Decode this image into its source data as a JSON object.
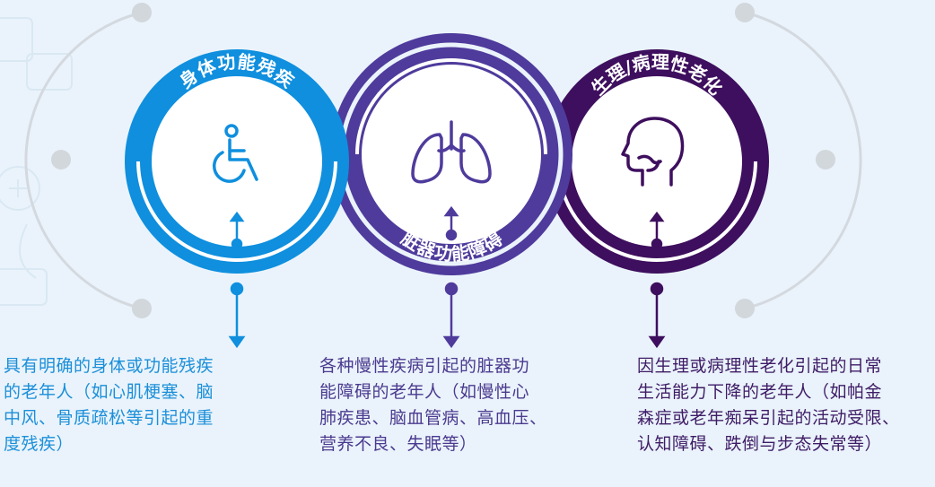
{
  "colors": {
    "blue": "#0f8fde",
    "indigo": "#4f3b9c",
    "purple": "#3e0f5e",
    "grey_track": "#d4d9df",
    "background": "#eaf3fb"
  },
  "categories": [
    {
      "title": "身体功能残疾",
      "icon": "wheelchair-icon",
      "description_lines": [
        "具有明确的身体或功能残疾",
        "的老年人（如心肌梗塞、脑",
        "中风、骨质疏松等引起的重",
        "度残疾）"
      ]
    },
    {
      "title": "脏器功能障碍",
      "icon": "lungs-icon",
      "description_lines": [
        "各种慢性疾病引起的脏器功",
        "能障碍的老年人（如慢性心",
        "肺疾患、脑血管病、高血压、",
        "营养不良、失眠等）"
      ]
    },
    {
      "title": "生理/病理性老化",
      "icon": "head-profile-icon",
      "description_lines": [
        "因生理或病理性老化引起的日常",
        "生活能力下降的老年人（如帕金",
        "森症或老年痴呆引起的活动受限、",
        "认知障碍、跌倒与步态失常等）"
      ]
    }
  ]
}
